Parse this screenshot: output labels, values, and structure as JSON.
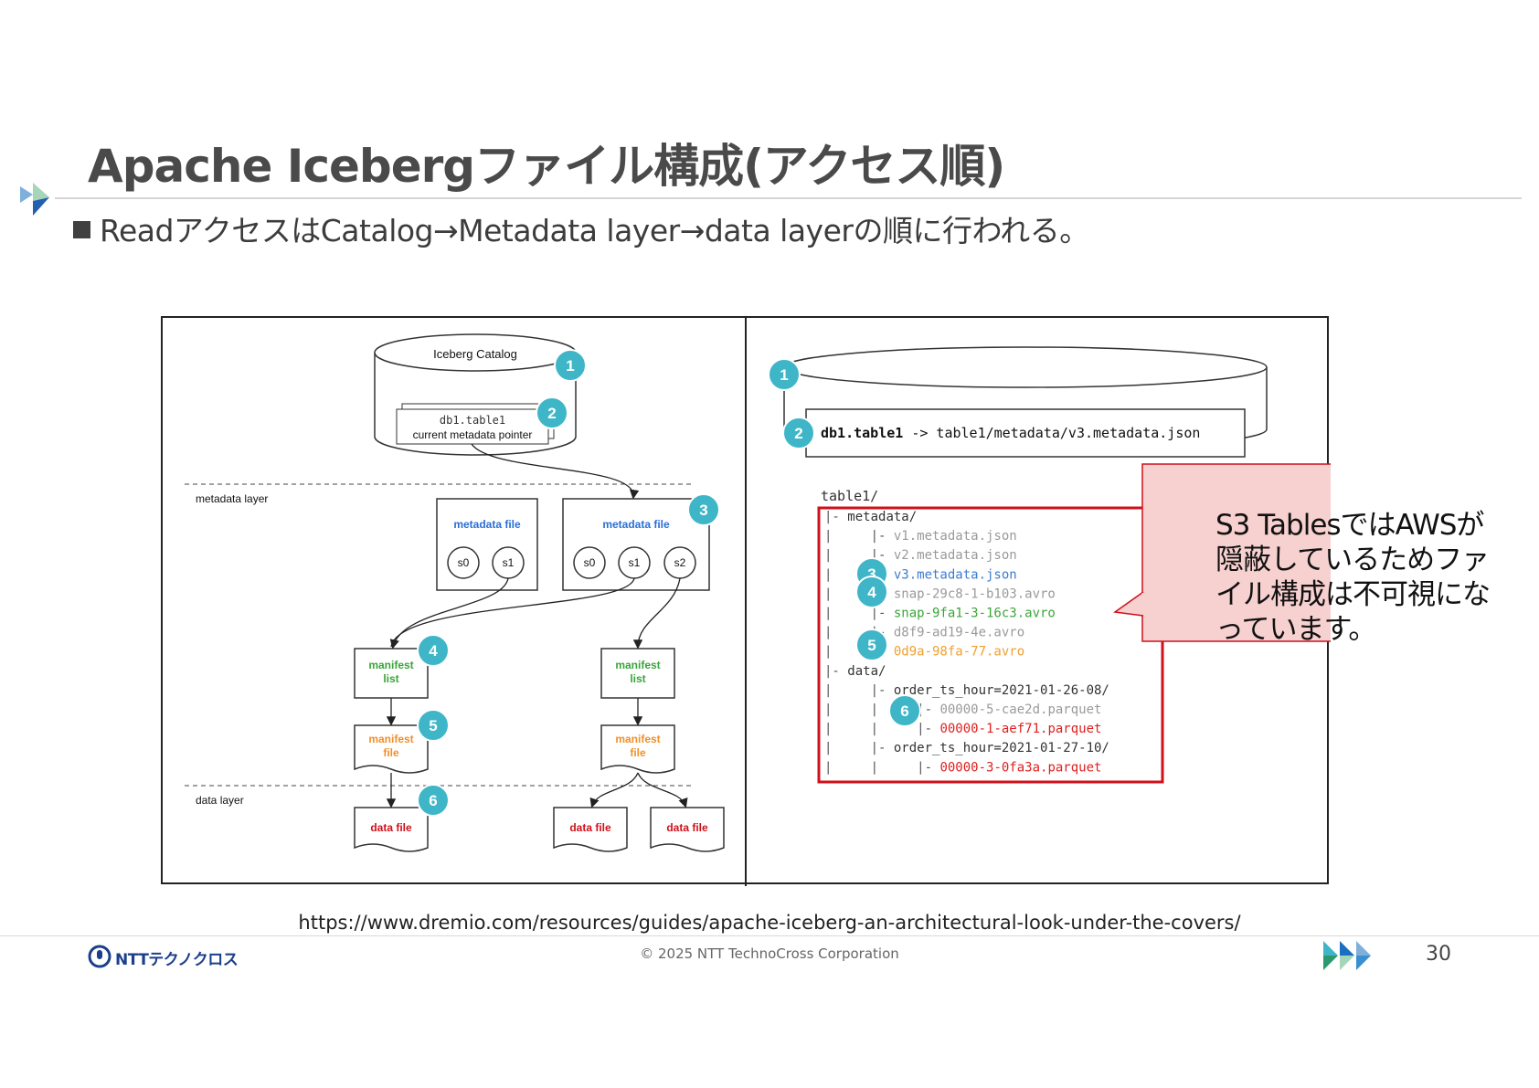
{
  "slide": {
    "title": "Apache Icebergファイル構成(アクセス順)",
    "bullet": "Readアクセスは​Catalog→Metadata layer→data layerの順に行われる。",
    "source_url": "https://www.dremio.com/resources/guides/apache-iceberg-an-architectural-look-under-the-covers/",
    "copyright": "© 2025 NTT TechnoCross Corporation",
    "page_number": "30",
    "logo_text": "NTTテクノクロス",
    "accent_colors": {
      "teal": "#3fb6c8",
      "red": "#d0101a",
      "callout_bg": "#f7d0d0"
    }
  },
  "left_diagram": {
    "catalog_label": "Iceberg Catalog",
    "pointer_table": "db1.table1",
    "pointer_label": "current metadata pointer",
    "metadata_layer_label": "metadata layer",
    "data_layer_label": "data layer",
    "metadata_file_label": "metadata file",
    "snapshots_a": [
      "s0",
      "s1"
    ],
    "snapshots_b": [
      "s0",
      "s1",
      "s2"
    ],
    "manifest_list_label": "manifest list",
    "manifest_file_label": "manifest file",
    "data_file_label": "data file",
    "markers": [
      "1",
      "2",
      "3",
      "4",
      "5",
      "6"
    ]
  },
  "right_diagram": {
    "pointer_table": "db1.table1",
    "pointer_arrow": " -> table1/metadata/v3.metadata.json",
    "root": "table1/",
    "tree": [
      {
        "prefix": "|- ",
        "name": "metadata/",
        "color": "#333333"
      },
      {
        "prefix": "|     |- ",
        "name": "v1.metadata.json",
        "color": "#9a9a9a"
      },
      {
        "prefix": "|     |- ",
        "name": "v2.metadata.json",
        "color": "#9a9a9a"
      },
      {
        "prefix": "|     |- ",
        "name": "v3.metadata.json",
        "color": "#3d7bd0"
      },
      {
        "prefix": "|     |- ",
        "name": "snap-29c8-1-b103.avro",
        "color": "#9a9a9a"
      },
      {
        "prefix": "|     |- ",
        "name": "snap-9fa1-3-16c3.avro",
        "color": "#3aa53a"
      },
      {
        "prefix": "|     |- ",
        "name": "d8f9-ad19-4e.avro",
        "color": "#9a9a9a"
      },
      {
        "prefix": "|     |- ",
        "name": "0d9a-98fa-77.avro",
        "color": "#f0a030"
      },
      {
        "prefix": "|- ",
        "name": "data/",
        "color": "#333333"
      },
      {
        "prefix": "|     |- ",
        "name": "order_ts_hour=2021-01-26-08/",
        "color": "#333333"
      },
      {
        "prefix": "|     |     |- ",
        "name": "00000-5-cae2d.parquet",
        "color": "#9a9a9a"
      },
      {
        "prefix": "|     |     |- ",
        "name": "00000-1-aef71.parquet",
        "color": "#e02020"
      },
      {
        "prefix": "|     |- ",
        "name": "order_ts_hour=2021-01-27-10/",
        "color": "#333333"
      },
      {
        "prefix": "|     |     |- ",
        "name": "00000-3-0fa3a.parquet",
        "color": "#e02020"
      }
    ],
    "callout": "S3 TablesではAWSが隠蔽しているためファイル構成は不可視になっています。"
  }
}
